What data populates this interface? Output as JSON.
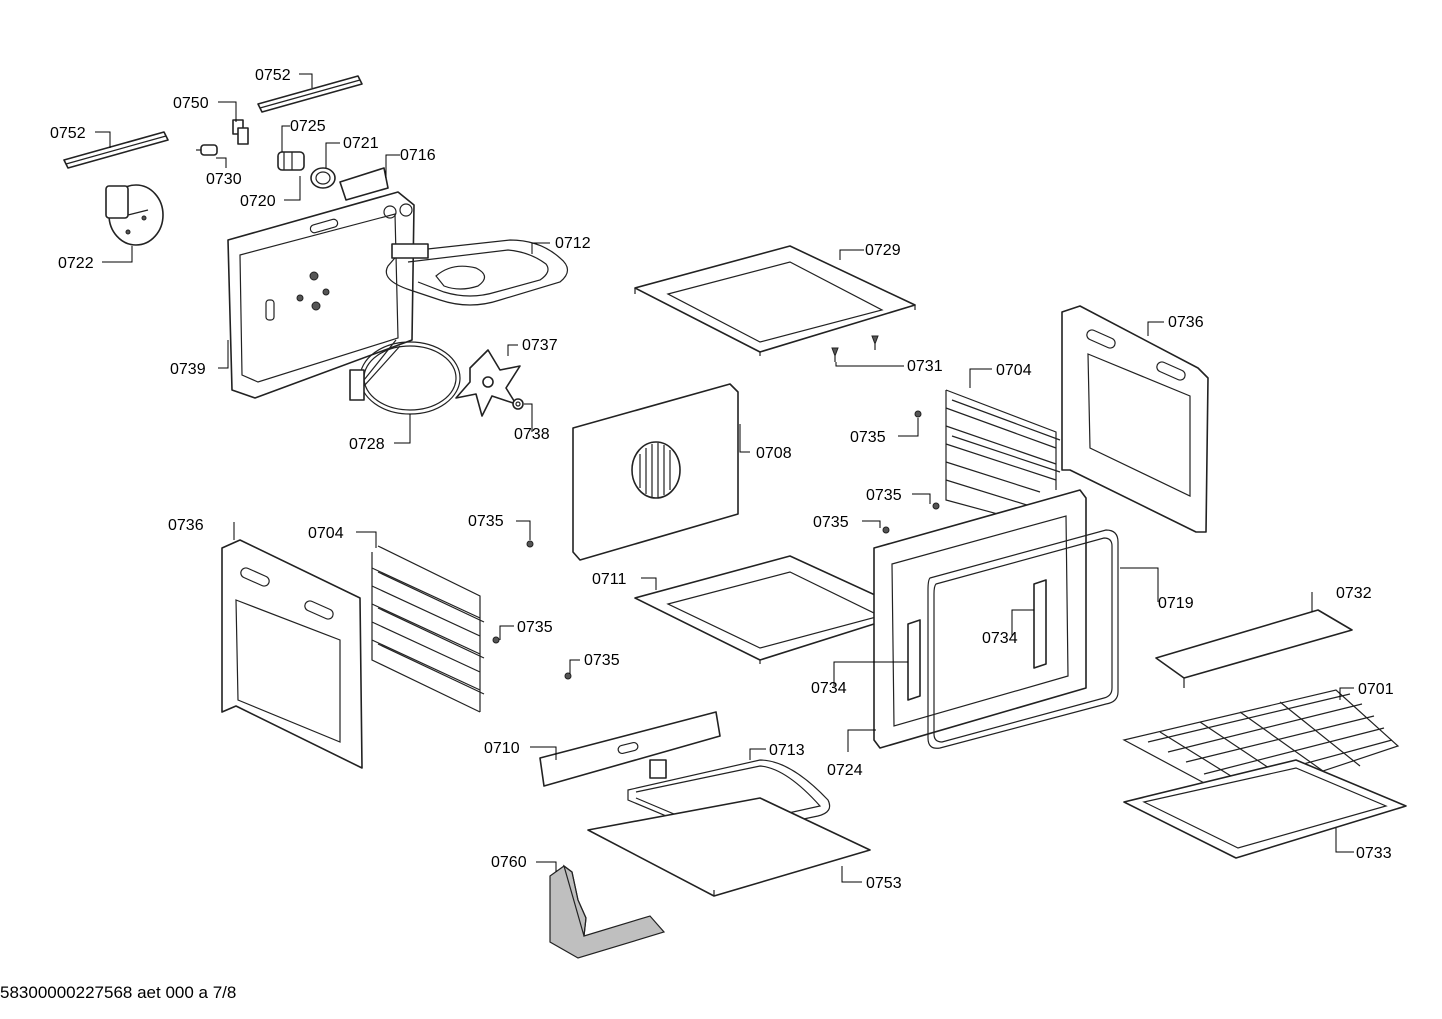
{
  "labels": {
    "l0752a": "0752",
    "l0752b": "0752",
    "l0750": "0750",
    "l0725": "0725",
    "l0721": "0721",
    "l0716": "0716",
    "l0730": "0730",
    "l0720": "0720",
    "l0722": "0722",
    "l0712": "0712",
    "l0739": "0739",
    "l0737": "0737",
    "l0738": "0738",
    "l0728": "0728",
    "l0729": "0729",
    "l0731": "0731",
    "l0736a": "0736",
    "l0704a": "0704",
    "l0735a": "0735",
    "l0708": "0708",
    "l0735b": "0735",
    "l0735c": "0735",
    "l0735d": "0735",
    "l0736b": "0736",
    "l0704b": "0704",
    "l0711": "0711",
    "l0719": "0719",
    "l0734a": "0734",
    "l0732": "0732",
    "l0735e": "0735",
    "l0735f": "0735",
    "l0734b": "0734",
    "l0701": "0701",
    "l0710": "0710",
    "l0713": "0713",
    "l0724": "0724",
    "l0733": "0733",
    "l0760": "0760",
    "l0753": "0753"
  },
  "footer": "58300000227568 aet 000 a 7/8"
}
